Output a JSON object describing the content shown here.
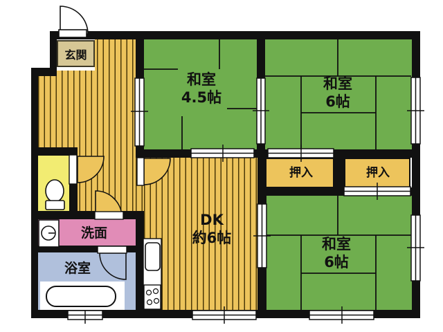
{
  "floorplan": {
    "type": "japanese-apartment-floorplan",
    "rooms": {
      "genkan": {
        "label": "玄関"
      },
      "washitsu45": {
        "label": "和室",
        "size": "4.5帖"
      },
      "washitsu6top": {
        "label": "和室",
        "size": "6帖"
      },
      "washitsu6bottom": {
        "label": "和室",
        "size": "6帖"
      },
      "dk": {
        "label": "DK",
        "size": "約6帖"
      },
      "oshiire1": {
        "label": "押入"
      },
      "oshiire2": {
        "label": "押入"
      },
      "senmen": {
        "label": "洗面"
      },
      "yokushitsu": {
        "label": "浴室"
      }
    },
    "icons": [
      "entry-door-swing-icon",
      "door-swing-icon",
      "sliding-door-icon",
      "window-icon",
      "toilet-icon",
      "washing-machine-icon",
      "bathtub-icon",
      "kitchen-sink-icon",
      "stove-burners-icon"
    ],
    "colors": {
      "tatami_green": "#6fae4e",
      "flooring_yellow": "#edc45c",
      "flooring_stripe": "#4a3808",
      "closet_yellow": "#edc45c",
      "toilet_room_yellow": "#f2ec72",
      "washroom_pink": "#e18cb7",
      "bath_blue": "#b0c0dc",
      "wall_black": "#111111",
      "genkan_label_bg": "#d6c795",
      "background": "#ffffff"
    }
  }
}
